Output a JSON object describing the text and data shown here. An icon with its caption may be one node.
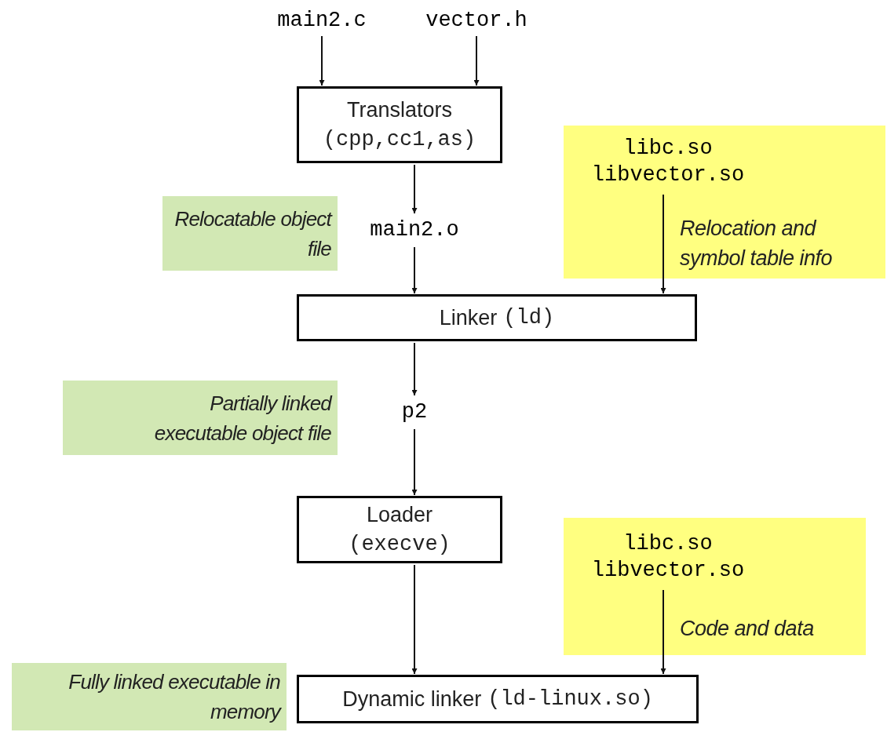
{
  "diagram": {
    "nodes": [
      {
        "text": [
          "main2.c"
        ]
      },
      {
        "text": [
          "vector.h"
        ]
      },
      {
        "text": [
          "Translators",
          "(cpp,cc1,as)"
        ]
      },
      {
        "text": [
          "Relocatable object file"
        ]
      },
      {
        "text": [
          "main2.o"
        ]
      },
      {
        "text": [],
        "shape": "box"
      },
      {
        "text": [
          "libc.so libvector.so"
        ],
        "in": 5
      },
      {
        "text": [
          "Linker",
          "(ld)"
        ]
      },
      {
        "text": [
          "Partially linked executable object file"
        ]
      },
      {
        "text": [
          "p2"
        ]
      },
      {
        "text": [
          "Loader",
          "(execve)"
        ]
      },
      {
        "text": [],
        "shape": "box"
      },
      {
        "text": [
          "libc.so libvector.so"
        ],
        "in": 11
      },
      {
        "text": [
          "Fully linked executable in memory"
        ]
      },
      {
        "text": [
          "Dynamic linker",
          "(ld-linux.so)"
        ]
      }
    ],
    "edges": [
      {
        "from": 0,
        "to": 2,
        "arrow": "to"
      },
      {
        "from": 1,
        "to": 2,
        "arrow": "to"
      },
      {
        "from": 2,
        "to": 4,
        "arrow": "to"
      },
      {
        "from": 4,
        "to": 7,
        "arrow": "to"
      },
      {
        "from": 6,
        "to": 7,
        "label": "Relocation and symbol table info",
        "arrow": "to"
      },
      {
        "from": 7,
        "to": 9,
        "arrow": "to"
      },
      {
        "from": 9,
        "to": 10,
        "arrow": "to"
      },
      {
        "from": 10,
        "to": 14,
        "arrow": "to"
      },
      {
        "from": 12,
        "to": 14,
        "label": "Code and data",
        "arrow": "to"
      }
    ]
  }
}
